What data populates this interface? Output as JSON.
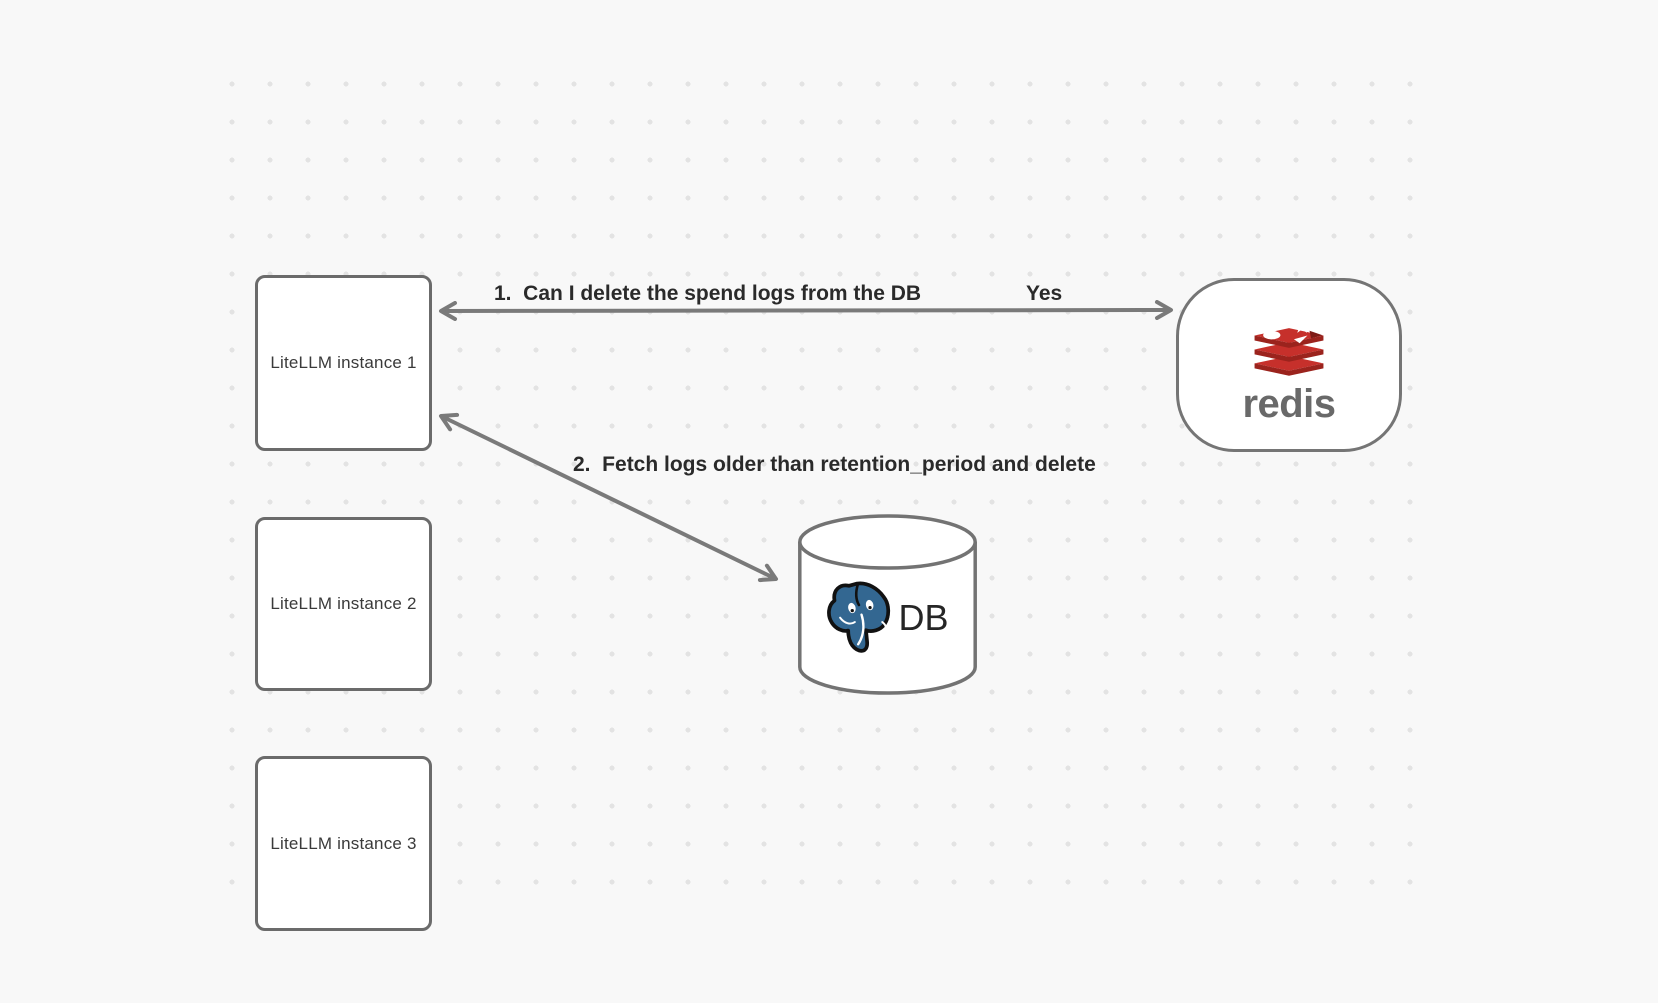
{
  "canvas": {
    "background_color": "#f8f8f8",
    "dot_color": "#e3e3e3"
  },
  "nodes": {
    "instances": [
      {
        "label": "LiteLLM instance 1"
      },
      {
        "label": "LiteLLM instance 2"
      },
      {
        "label": "LiteLLM instance 3"
      }
    ],
    "redis": {
      "wordmark": "redis",
      "logo_icon": "redis-stack-logo",
      "logo_red": "#c6302b",
      "logo_dark_red": "#9b231d"
    },
    "database": {
      "label": "DB",
      "logo_icon": "postgresql-elephant-logo",
      "elephant_blue": "#336791"
    }
  },
  "edges": {
    "edge1": {
      "label": "1.  Can I delete the spend logs from the DB",
      "reply": "Yes",
      "from": "LiteLLM instance 1",
      "to": "redis",
      "arrowheads": "both"
    },
    "edge2": {
      "label": "2.  Fetch logs older than retention_period and delete",
      "from": "LiteLLM instance 1",
      "to": "DB",
      "arrowheads": "both"
    }
  },
  "style": {
    "stroke_gray": "#7a7a7a",
    "node_border_gray": "#6b6b6b",
    "label_color": "#2a2a2a"
  }
}
